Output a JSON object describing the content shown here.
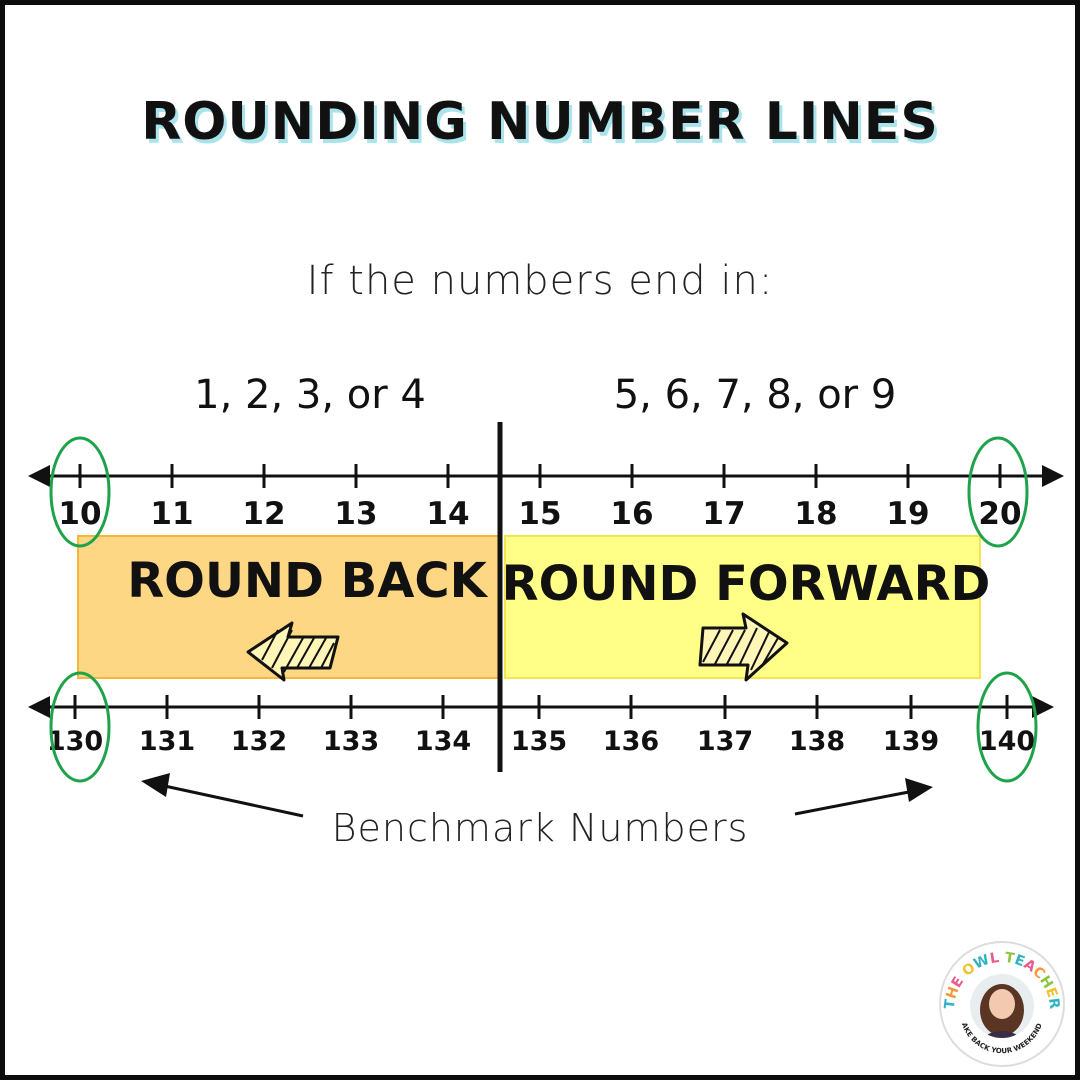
{
  "title": "Rounding Number Lines",
  "subtitle": "If the numbers end in:",
  "round_down_digits": "1, 2, 3, or 4",
  "round_up_digits": "5, 6, 7, 8, or 9",
  "top_line": {
    "labels": [
      "10",
      "11",
      "12",
      "13",
      "14",
      "15",
      "16",
      "17",
      "18",
      "19",
      "20"
    ]
  },
  "bottom_line": {
    "labels": [
      "130",
      "131",
      "132",
      "133",
      "134",
      "135",
      "136",
      "137",
      "138",
      "139",
      "140"
    ]
  },
  "round_back_label": "ROUND BACK",
  "round_forward_label": "ROUND FORWARD",
  "caption": "Benchmark Numbers",
  "logo": {
    "brand": "THE OWL TEACHER",
    "tagline": "TAKE BACK YOUR WEEKENDS"
  },
  "colors": {
    "round_back_fill": "#fdd783",
    "round_back_border": "#f4b63e",
    "round_forward_fill": "#ffff88",
    "round_forward_border": "#f2e64c",
    "benchmark_circle": "#1fa34a",
    "title_shadow": "#a9e3ec"
  }
}
